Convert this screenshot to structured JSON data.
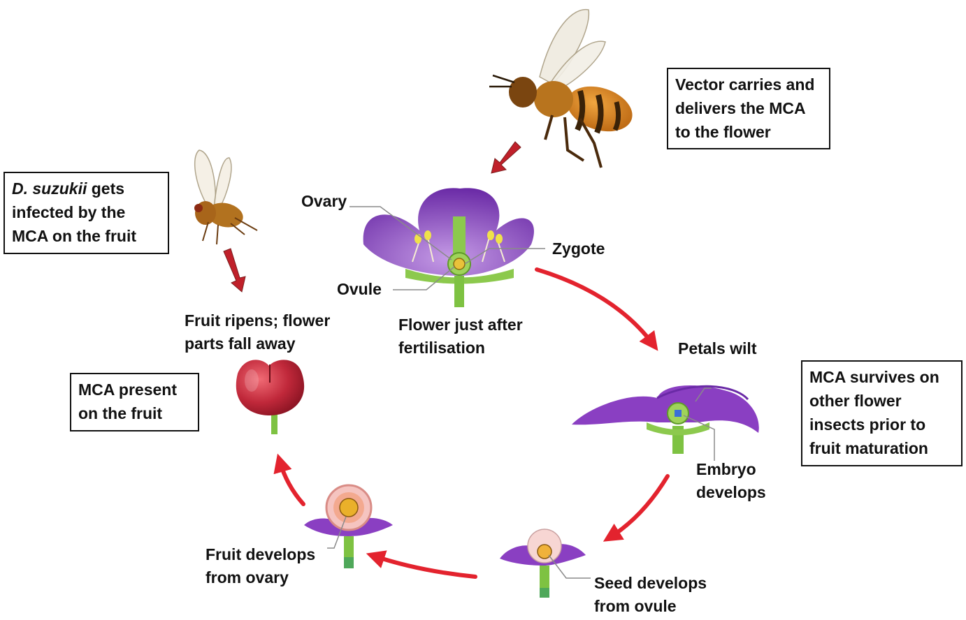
{
  "boxes": {
    "vector": [
      "Vector carries and",
      "delivers the MCA",
      "to the flower"
    ],
    "suzukii": {
      "italic": "D. suzukii",
      "line1_rest": " gets",
      "line2": "infected by the",
      "line3": "MCA on the fruit"
    },
    "present": [
      "MCA present",
      "on the fruit"
    ],
    "survives": [
      "MCA survives on",
      "other flower",
      "insects prior to",
      "fruit maturation"
    ]
  },
  "labels": {
    "ovary": "Ovary",
    "zygote": "Zygote",
    "ovule": "Ovule",
    "flower_after": [
      "Flower just after",
      "fertilisation"
    ],
    "petals_wilt": "Petals wilt",
    "embryo": [
      "Embryo",
      "develops"
    ],
    "seed": [
      "Seed develops",
      "from ovule"
    ],
    "fruit_develops": [
      "Fruit develops",
      "from ovary"
    ],
    "fruit_ripens": [
      "Fruit ripens; flower",
      "parts fall away"
    ]
  },
  "colors": {
    "cycle_arrow": "#e3232e",
    "down_arrow": "#b22222",
    "petal": "#8a3fc2",
    "stem": "#7ec242",
    "fruit": "#c0283a"
  }
}
